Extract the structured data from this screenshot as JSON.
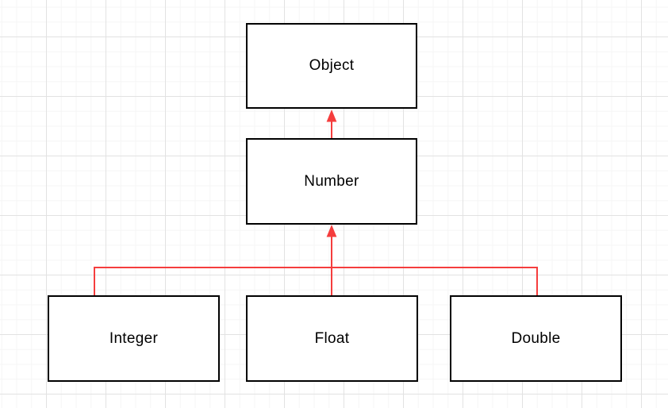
{
  "diagram": {
    "type": "class-hierarchy",
    "nodes": [
      {
        "id": "object",
        "label": "Object"
      },
      {
        "id": "number",
        "label": "Number"
      },
      {
        "id": "integer",
        "label": "Integer"
      },
      {
        "id": "float",
        "label": "Float"
      },
      {
        "id": "double",
        "label": "Double"
      }
    ],
    "edges": [
      {
        "from": "Number",
        "to": "Object"
      },
      {
        "from": "Integer",
        "to": "Number"
      },
      {
        "from": "Float",
        "to": "Number"
      },
      {
        "from": "Double",
        "to": "Number"
      }
    ],
    "colors": {
      "edge": "#f53d3d",
      "node_border": "#000000",
      "node_fill": "#ffffff",
      "grid_minor": "#f5f5f5",
      "grid_major": "#e2e2e2",
      "canvas_bg": "#ffffff",
      "text": "#000000"
    }
  }
}
